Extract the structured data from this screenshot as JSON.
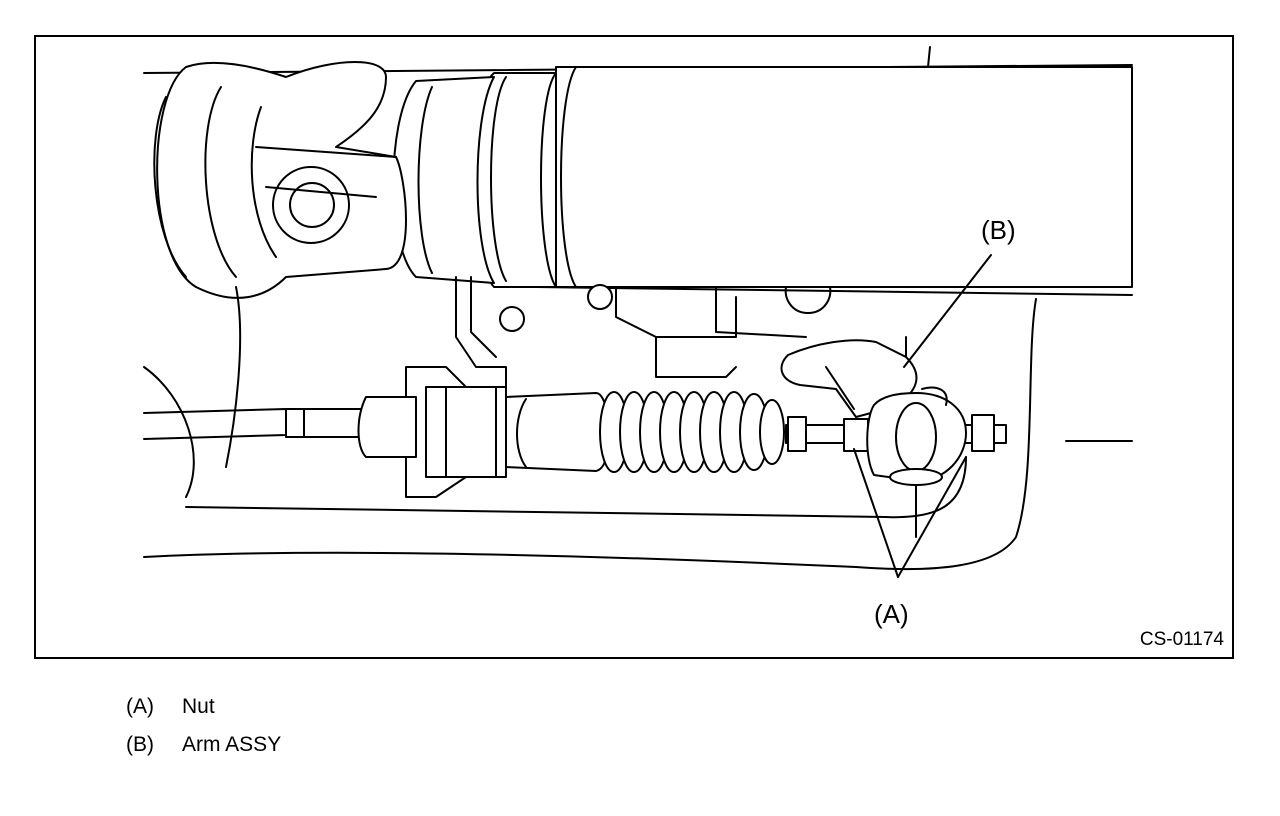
{
  "figure": {
    "callout_b": "(B)",
    "callout_a": "(A)",
    "code": "CS-01174"
  },
  "legend": {
    "items": [
      {
        "key": "(A)",
        "label": "Nut"
      },
      {
        "key": "(B)",
        "label": "Arm ASSY"
      }
    ]
  }
}
